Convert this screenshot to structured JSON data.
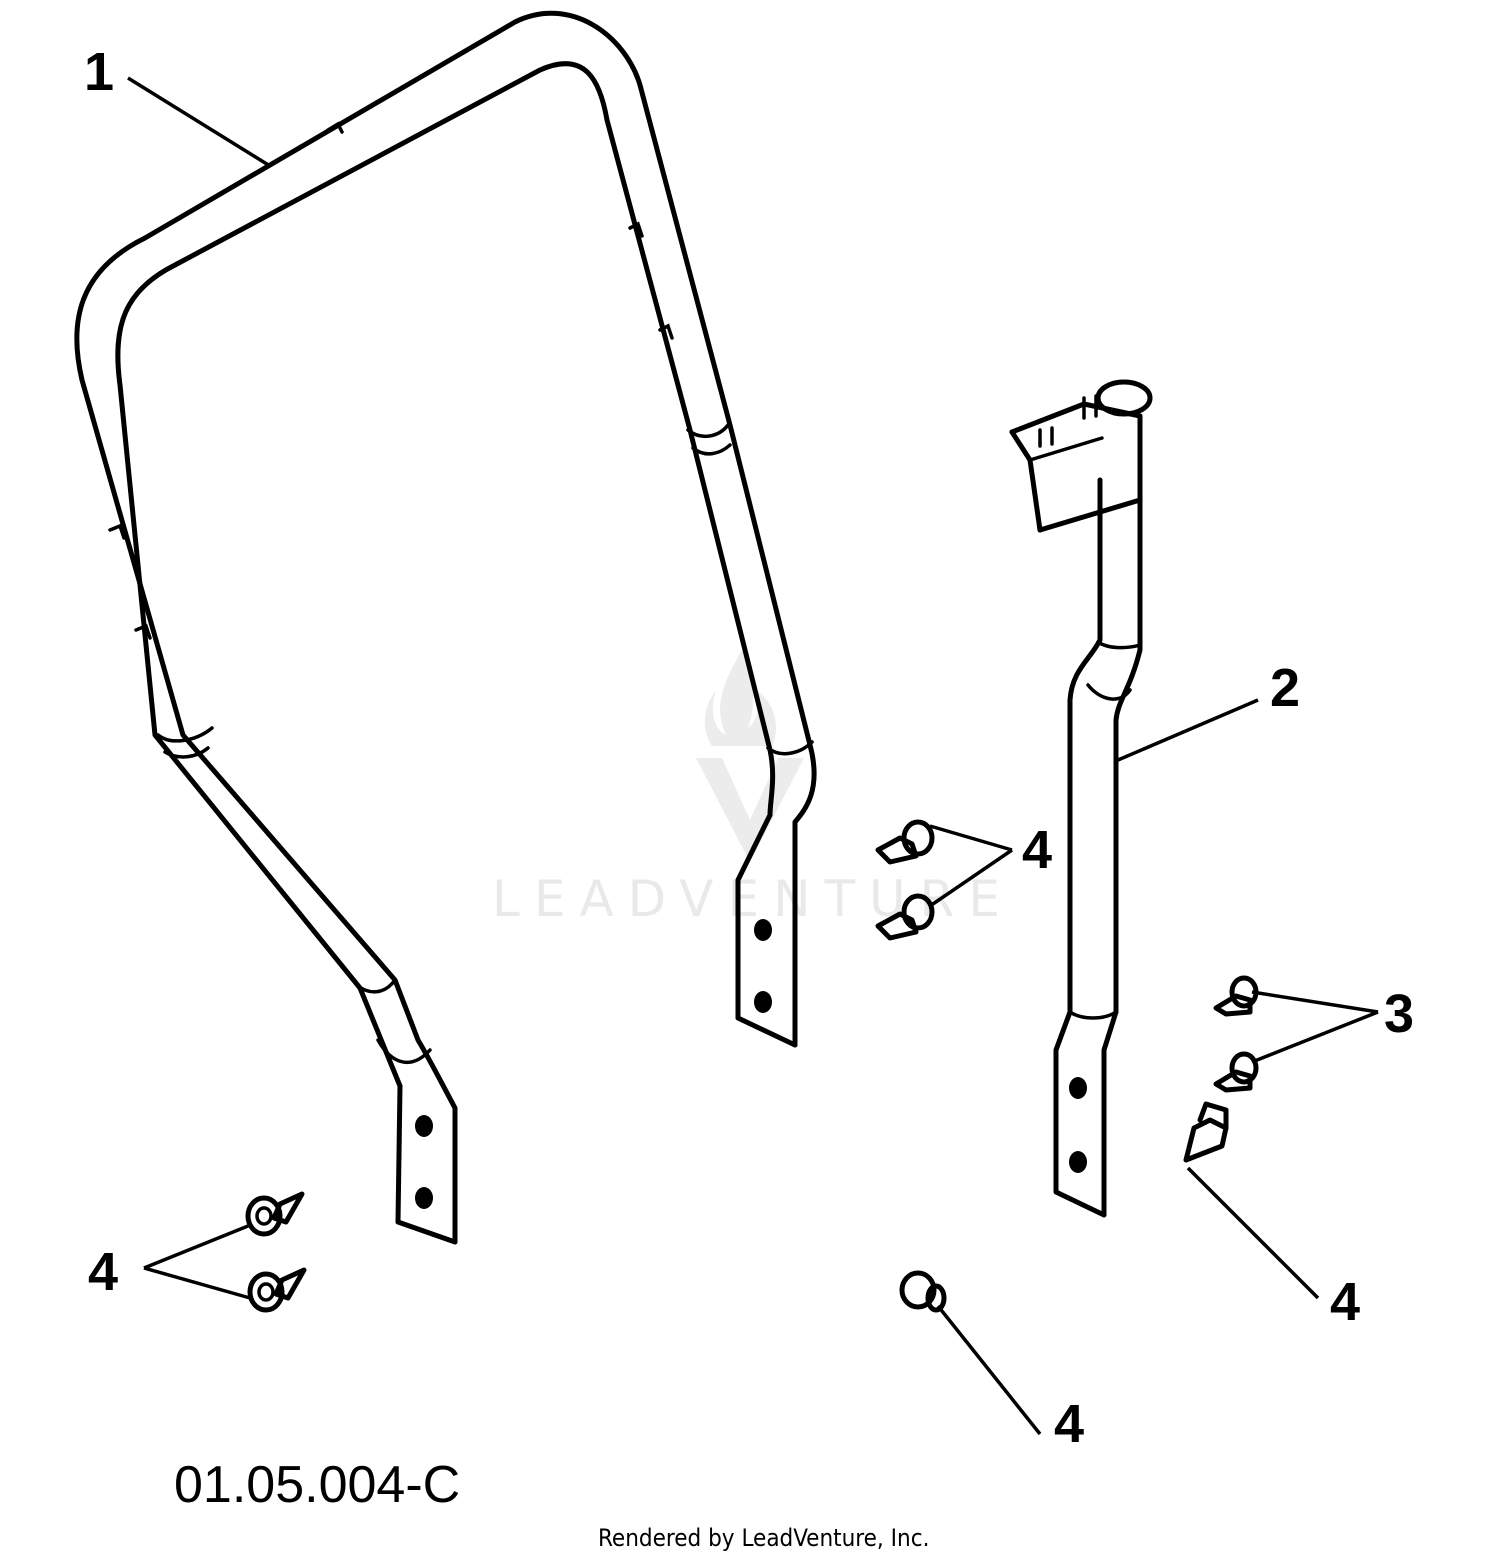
{
  "callouts": {
    "c1": "1",
    "c2": "2",
    "c3": "3",
    "c4a": "4",
    "c4b": "4",
    "c4c": "4",
    "c4d": "4"
  },
  "figure_id": "01.05.004-C",
  "credit": "Rendered by LeadVenture, Inc.",
  "watermark": "LEADVENTURE",
  "colors": {
    "line": "#000000",
    "background": "#ffffff",
    "watermark": "#e9e9e9"
  }
}
